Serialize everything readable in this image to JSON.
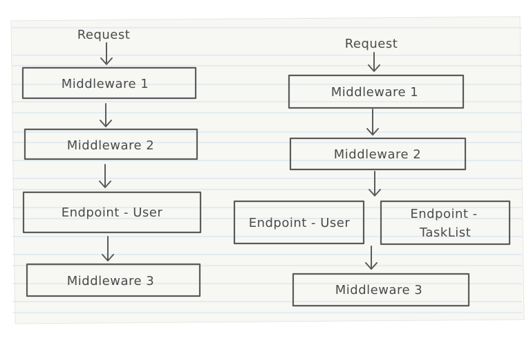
{
  "colors": {
    "paper": "#f7f7f4",
    "rule_lines": "#cfe3ec",
    "ink": "#4a4a4a"
  },
  "left_flow": {
    "request": "Request",
    "middleware_1": "Middleware 1",
    "middleware_2": "Middleware 2",
    "endpoint_user": "Endpoint - User",
    "middleware_3": "Middleware 3"
  },
  "right_flow": {
    "request": "Request",
    "middleware_1": "Middleware 1",
    "middleware_2": "Middleware 2",
    "endpoint_user": "Endpoint - User",
    "endpoint_tasklist_line1": "Endpoint -",
    "endpoint_tasklist_line2": "TaskList",
    "middleware_3": "Middleware 3"
  }
}
